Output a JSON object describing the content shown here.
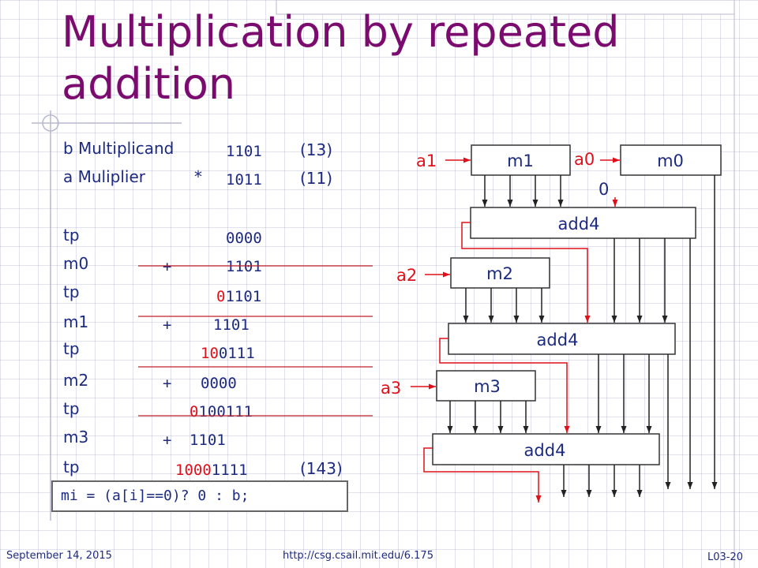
{
  "title": "Multiplication by repeated addition",
  "rows": [
    {
      "label": "b Multiplicand",
      "value": "1101",
      "note": "(13)"
    },
    {
      "label": "a Muliplier",
      "operator": "*",
      "value": "1011",
      "note": "(11)"
    },
    {
      "label": "tp",
      "value": "0000"
    },
    {
      "label": "m0",
      "operator": "+",
      "value": "1101"
    },
    {
      "label": "tp",
      "red": "0",
      "value": "1101"
    },
    {
      "label": "m1",
      "operator": "+",
      "value": "1101"
    },
    {
      "label": "tp",
      "red": "10",
      "value": "0111"
    },
    {
      "label": "m2",
      "operator": "+",
      "value": "0000"
    },
    {
      "label": "tp",
      "red": "0",
      "value": "100111"
    },
    {
      "label": "m3",
      "operator": "+",
      "value": "1101"
    },
    {
      "label": "tp",
      "red": "1000",
      "value": "1111",
      "note": "(143)"
    }
  ],
  "code": "mi = (a[i]==0)? 0 : b;",
  "diagram": {
    "m1": "m1",
    "m0": "m0",
    "m2": "m2",
    "m3": "m3",
    "add4": "add4",
    "a0": "a0",
    "a1": "a1",
    "a2": "a2",
    "a3": "a3",
    "zero": "0"
  },
  "footer": {
    "date": "September 14, 2015",
    "url": "http://csg.csail.mit.edu/6.175",
    "slide": "L03-20"
  }
}
